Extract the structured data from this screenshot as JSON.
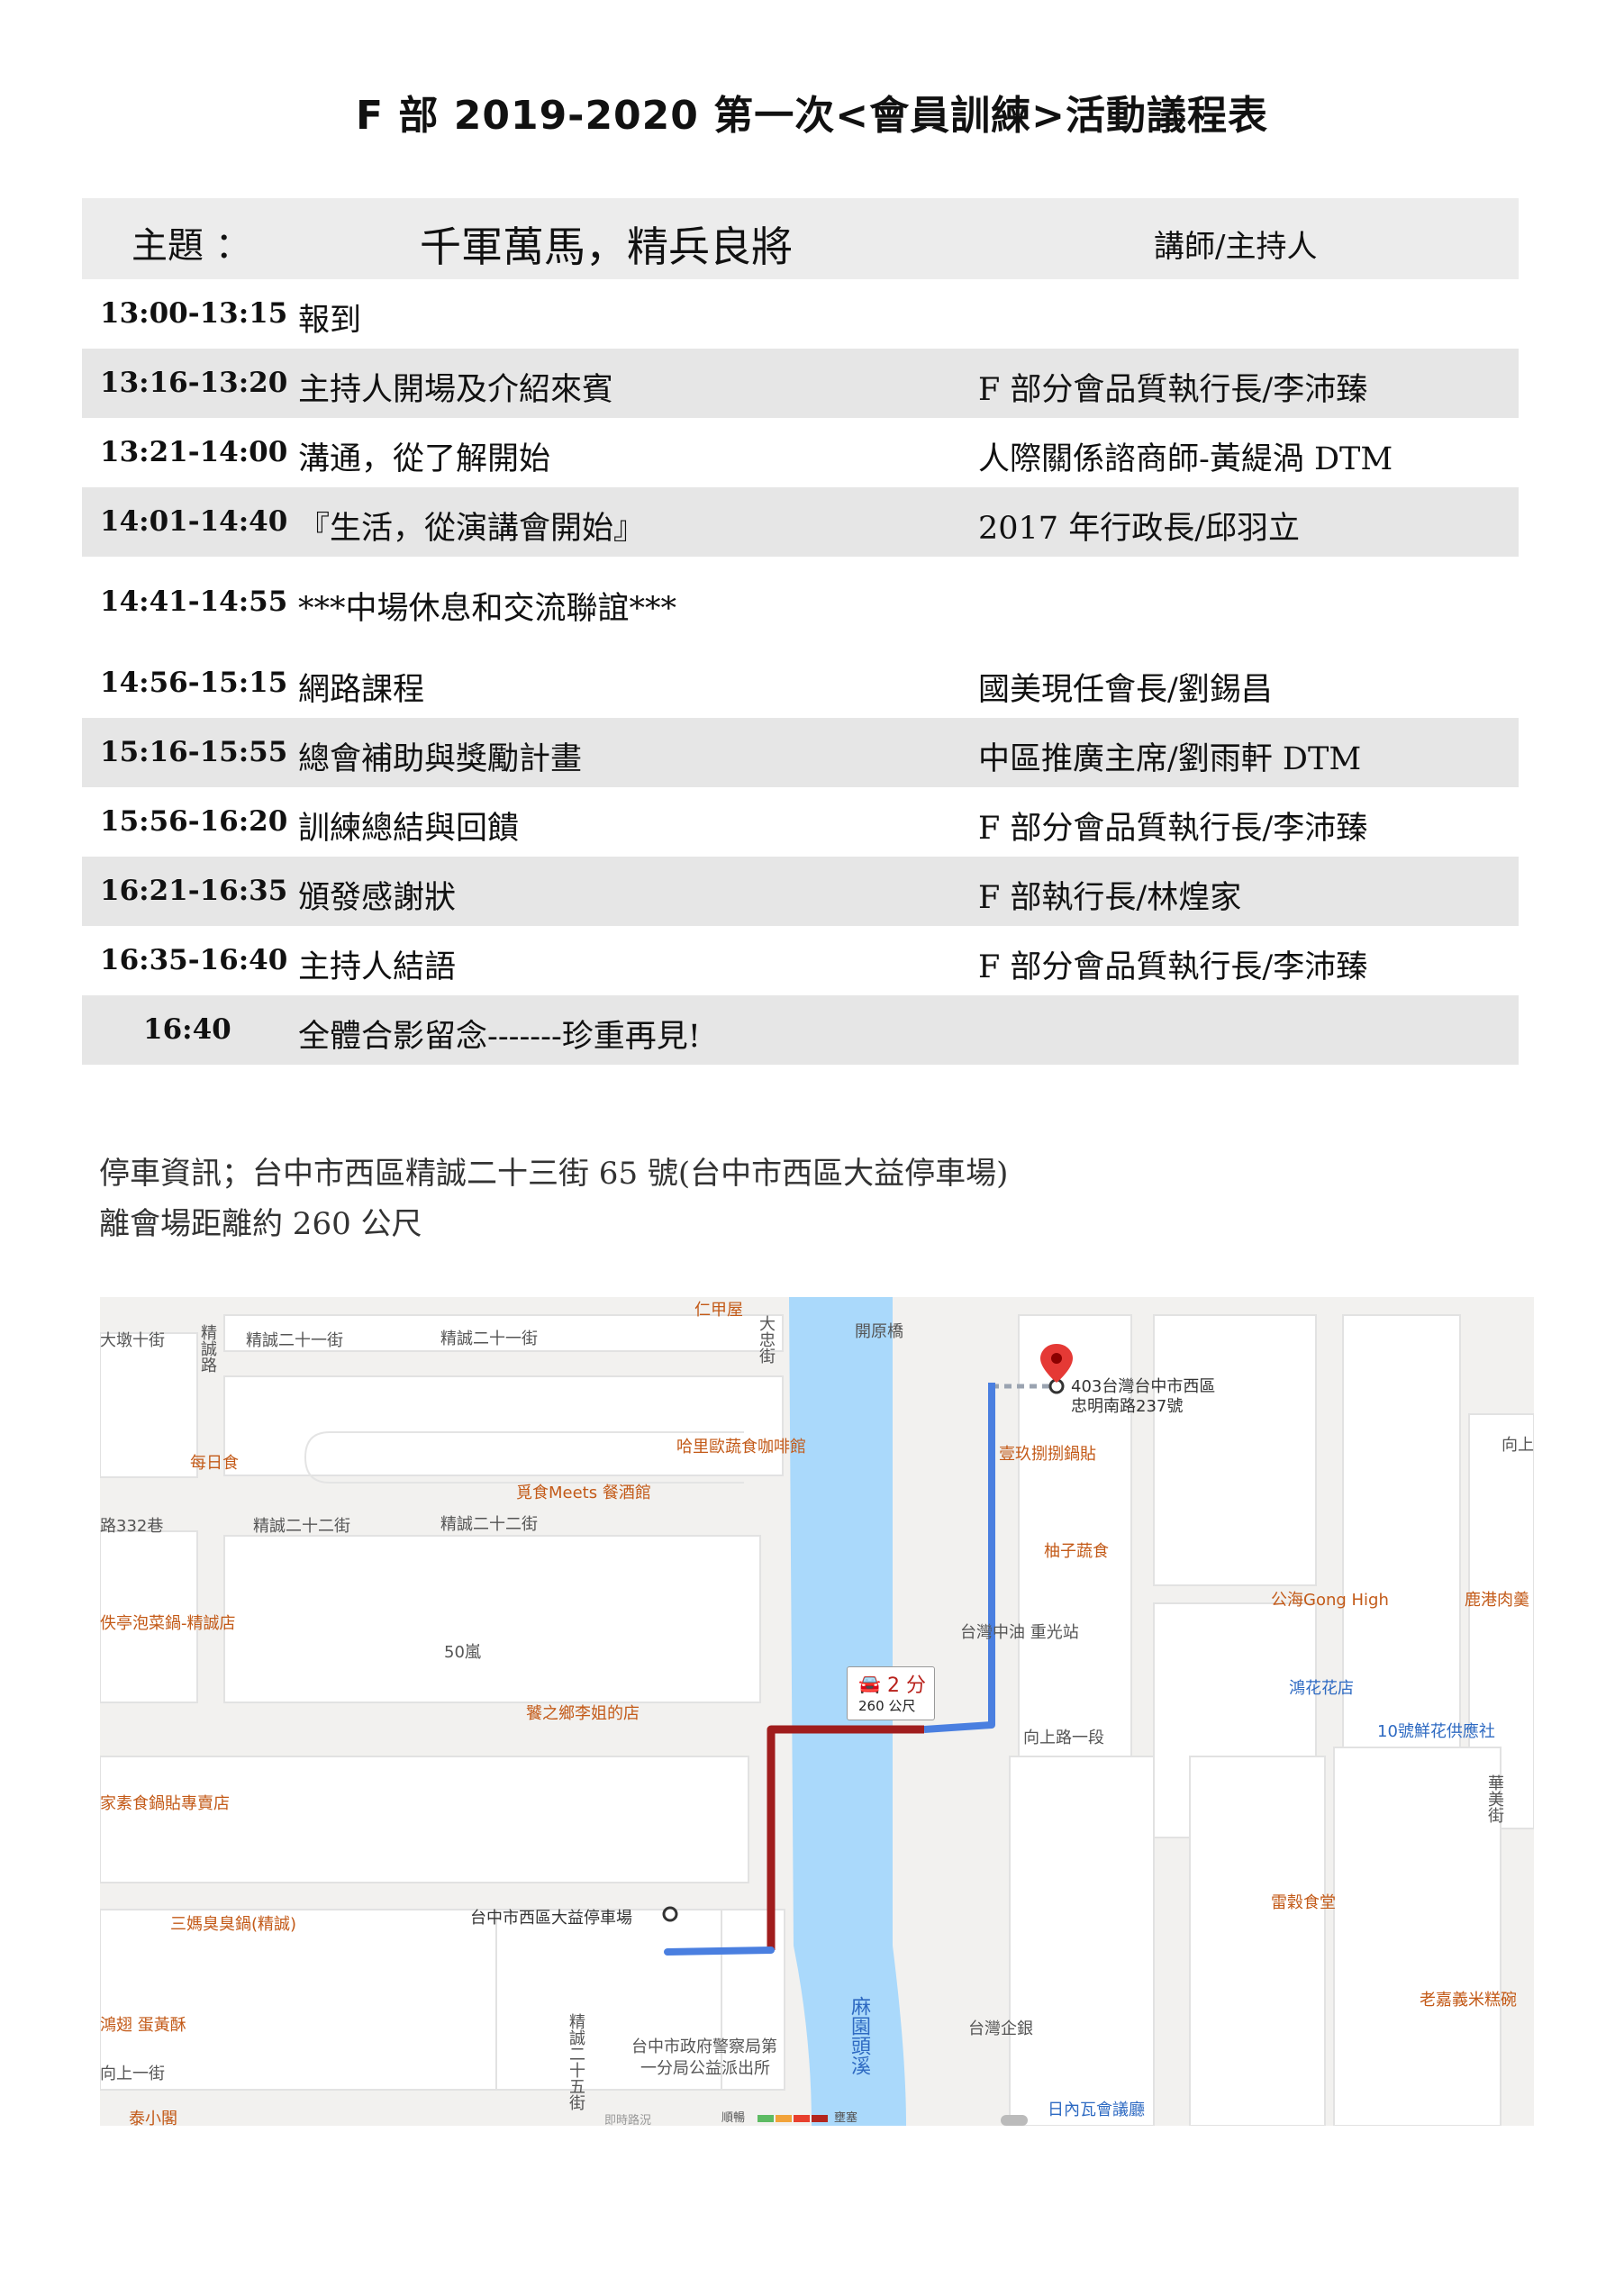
{
  "title": "F 部 2019-2020 第一次<會員訓練>活動議程表",
  "header": {
    "theme_label": "主題 ：",
    "theme": "千軍萬馬，精兵良將",
    "speaker_label": "講師/主持人"
  },
  "agenda": [
    {
      "time": "13:00-13:15",
      "topic": "報到",
      "speaker": ""
    },
    {
      "time": "13:16-13:20",
      "topic": "主持人開場及介紹來賓",
      "speaker": "F 部分會品質執行長/李沛臻"
    },
    {
      "time": "13:21-14:00",
      "topic": "溝通，從了解開始",
      "speaker": "人際關係諮商師-黃緹渦 DTM"
    },
    {
      "time": "14:01-14:40",
      "topic": "『生活，從演講會開始』",
      "speaker": "2017 年行政長/邱羽立"
    },
    {
      "time": "14:41-14:55",
      "topic": "***中場休息和交流聯誼***",
      "speaker": ""
    },
    {
      "time": "14:56-15:15",
      "topic": "網路課程",
      "speaker": "國美現任會長/劉錫昌"
    },
    {
      "time": "15:16-15:55",
      "topic": "總會補助與獎勵計畫",
      "speaker": "中區推廣主席/劉雨軒 DTM"
    },
    {
      "time": "15:56-16:20",
      "topic": "訓練總結與回饋",
      "speaker": "F 部分會品質執行長/李沛臻"
    },
    {
      "time": "16:21-16:35",
      "topic": "頒發感謝狀",
      "speaker": "F 部執行長/林煌家"
    },
    {
      "time": "16:35-16:40",
      "topic": "主持人結語",
      "speaker": "F 部分會品質執行長/李沛臻"
    },
    {
      "time": "16:40",
      "topic": "全體合影留念-------珍重再見!",
      "speaker": ""
    }
  ],
  "parking": {
    "line1": "停車資訊；台中市西區精誠二十三街 65 號(台中市西區大益停車場)",
    "line2": "離會場距離約 260 公尺"
  },
  "map": {
    "destination": "403台灣台中市西區",
    "destination2": "忠明南路237號",
    "origin": "台中市西區大益停車場",
    "route_time": "2 分",
    "route_distance": "260 公尺",
    "labels": {
      "l1": "仁甲屋",
      "l2": "大墩十街",
      "l3": "精誠二十一街",
      "l4": "精誠二十一街",
      "l5": "精誠路",
      "l6": "大忠街",
      "l7": "開原橋",
      "l8": "每日食",
      "l9": "哈里歐蔬食咖啡館",
      "l10": "覓食Meets 餐酒館",
      "l11": "壹玖捌捌鍋貼",
      "l12": "路332巷",
      "l13": "精誠二十二街",
      "l14": "精誠二十二街",
      "l15": "柚子蔬食",
      "l16": "佚亭泡菜鍋-精誠店",
      "l17": "50嵐",
      "l18": "台灣中油 重光站",
      "l19": "公海Gong High",
      "l20": "鹿港肉羹",
      "l21": "鴻花花店",
      "l22": "饕之鄉李姐的店",
      "l23": "向上路一段",
      "l24": "10號鮮花供應社",
      "l25": "家素食鍋貼專賣店",
      "l26": "華美街",
      "l27": "三媽臭臭鍋(精誠)",
      "l28": "雷穀食堂",
      "l29": "麻園頭溪",
      "l30": "老嘉義米糕碗",
      "l31": "台中市政府警察局第",
      "l32": "一分局公益派出所",
      "l33": "台灣企銀",
      "l34": "鴻翅 蛋黃酥",
      "l35": "向上一街",
      "l36": "日內瓦會議廳",
      "l37": "精誠二十五街",
      "l38": "向上",
      "l39": "泰小閣",
      "l40": "順暢",
      "l41": "壅塞",
      "l42": "即時路況"
    }
  }
}
